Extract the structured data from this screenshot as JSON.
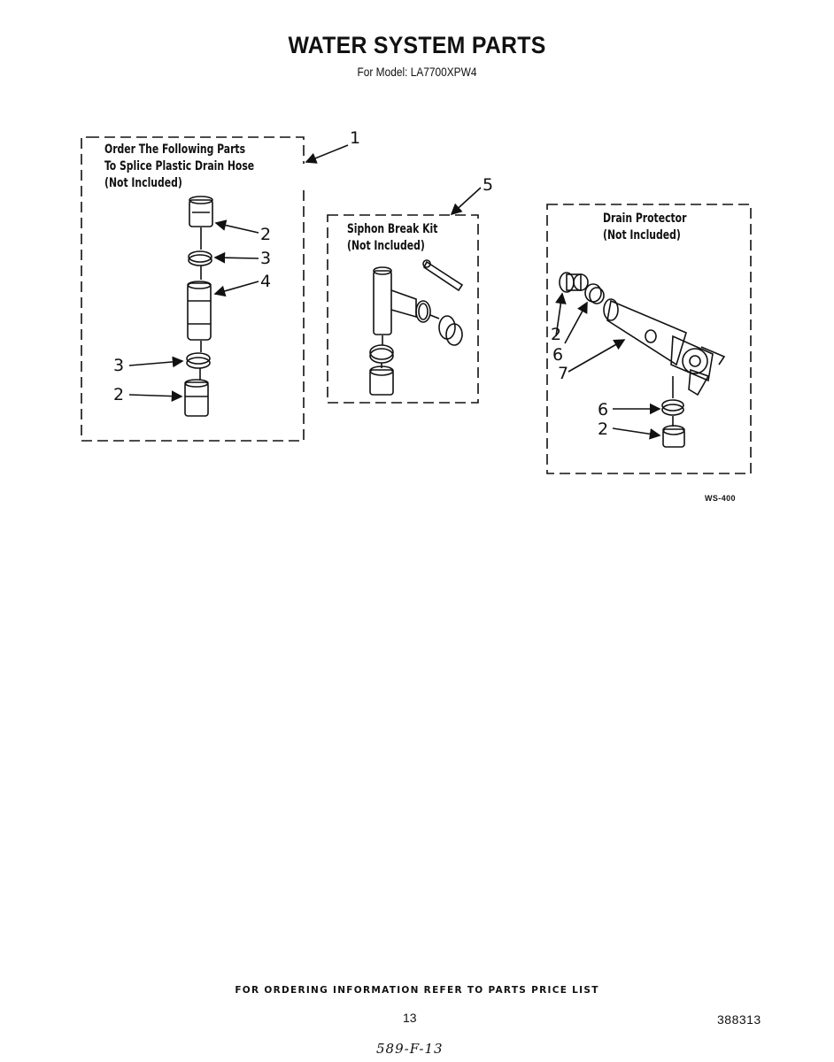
{
  "header": {
    "title": "WATER SYSTEM PARTS",
    "subtitle": "For Model: LA7700XPW4"
  },
  "panels": {
    "splice": {
      "label_lines": [
        "Order The Following Parts",
        "To Splice Plastic Drain Hose",
        "(Not Included)"
      ],
      "callout": "1",
      "part_numbers": [
        "2",
        "3",
        "4",
        "3",
        "2"
      ]
    },
    "siphon": {
      "label_lines": [
        "Siphon Break Kit",
        "(Not Included)"
      ],
      "callout": "5"
    },
    "drain": {
      "label_lines": [
        "Drain Protector",
        "(Not Included)"
      ],
      "part_numbers": [
        "2",
        "6",
        "7",
        "6",
        "2"
      ]
    }
  },
  "figure_code": "WS-400",
  "footer": {
    "note": "FOR ORDERING INFORMATION REFER TO PARTS PRICE LIST",
    "page_number": "13",
    "document_number": "388313",
    "handwritten": "589-F-13"
  }
}
